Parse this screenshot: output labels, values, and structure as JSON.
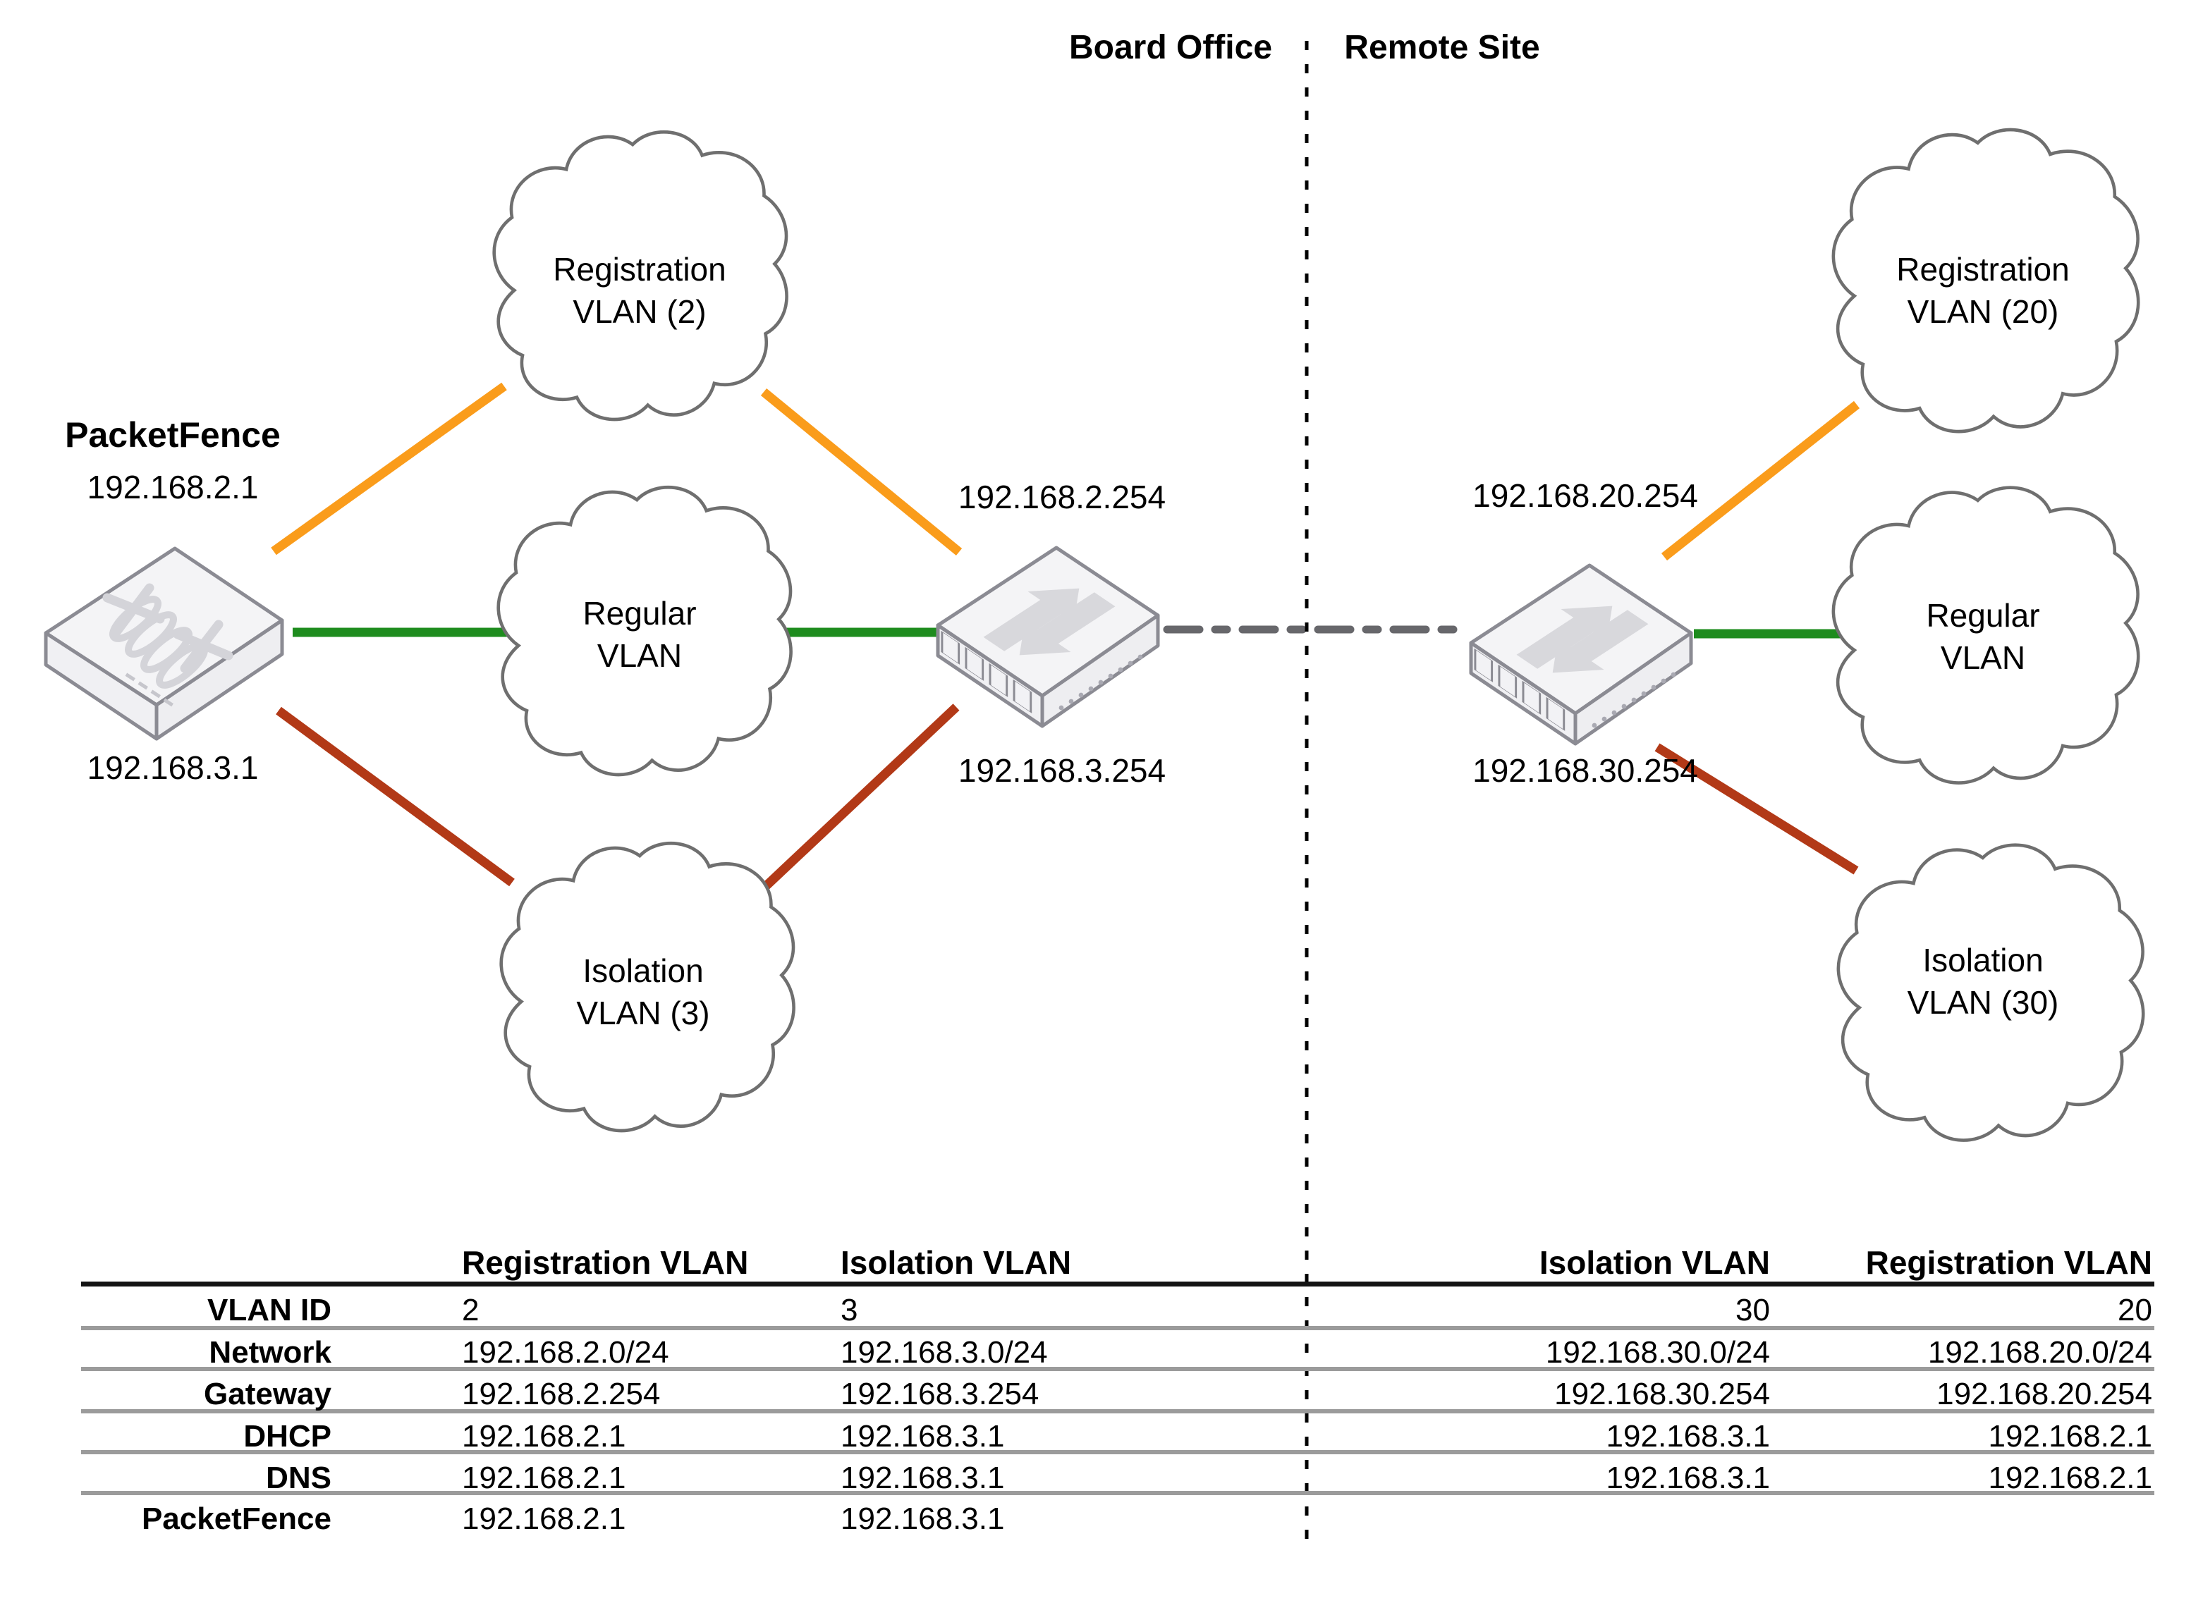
{
  "diagram": {
    "sites": {
      "left": "Board Office",
      "right": "Remote Site"
    },
    "packetfence": {
      "title": "PacketFence",
      "ip_registration": "192.168.2.1",
      "ip_isolation": "192.168.3.1"
    },
    "board_switch": {
      "ip_registration": "192.168.2.254",
      "ip_isolation": "192.168.3.254"
    },
    "remote_switch": {
      "ip_registration": "192.168.20.254",
      "ip_isolation": "192.168.30.254"
    },
    "board_clouds": [
      {
        "line1": "Registration",
        "line2": "VLAN (2)"
      },
      {
        "line1": "Regular",
        "line2": "VLAN"
      },
      {
        "line1": "Isolation",
        "line2": "VLAN (3)"
      }
    ],
    "remote_clouds": [
      {
        "line1": "Registration",
        "line2": "VLAN (20)"
      },
      {
        "line1": "Regular",
        "line2": "VLAN"
      },
      {
        "line1": "Isolation",
        "line2": "VLAN (30)"
      }
    ],
    "colors": {
      "registration_link": "#FA9C1B",
      "regular_link": "#1E8C1E",
      "isolation_link": "#B23917",
      "trunk_link": "#67676B",
      "cloud_border": "#6F6F6F"
    }
  },
  "table": {
    "row_labels": [
      "VLAN ID",
      "Network",
      "Gateway",
      "DHCP",
      "DNS",
      "PacketFence"
    ],
    "board": {
      "columns": [
        "Registration VLAN",
        "Isolation VLAN"
      ],
      "rows": [
        [
          "2",
          "3"
        ],
        [
          "192.168.2.0/24",
          "192.168.3.0/24"
        ],
        [
          "192.168.2.254",
          "192.168.3.254"
        ],
        [
          "192.168.2.1",
          "192.168.3.1"
        ],
        [
          "192.168.2.1",
          "192.168.3.1"
        ],
        [
          "192.168.2.1",
          "192.168.3.1"
        ]
      ]
    },
    "remote": {
      "columns": [
        "Isolation VLAN",
        "Registration VLAN"
      ],
      "rows": [
        [
          "30",
          "20"
        ],
        [
          "192.168.30.0/24",
          "192.168.20.0/24"
        ],
        [
          "192.168.30.254",
          "192.168.20.254"
        ],
        [
          "192.168.3.1",
          "192.168.2.1"
        ],
        [
          "192.168.3.1",
          "192.168.2.1"
        ]
      ]
    }
  }
}
